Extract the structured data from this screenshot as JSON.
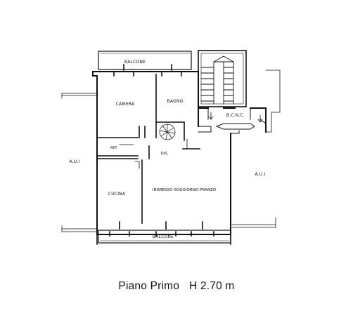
{
  "rooms": {
    "balcone_top": "BALCONE",
    "camera": "CAMERA",
    "bagno": "BAGNO",
    "bcnc": "B.C.N.C.",
    "rip": "RIP.",
    "dis": "DIS.",
    "aui_left": "A.U.I",
    "aui_right": "A.U.I",
    "cucina": "CUCINA",
    "ingresso": "INGRESSO-SOGGIORNO-PRANZO",
    "balcone_bottom": "BALCONE"
  },
  "caption": {
    "floor": "Piano Primo",
    "height": "H 2.70 m"
  }
}
